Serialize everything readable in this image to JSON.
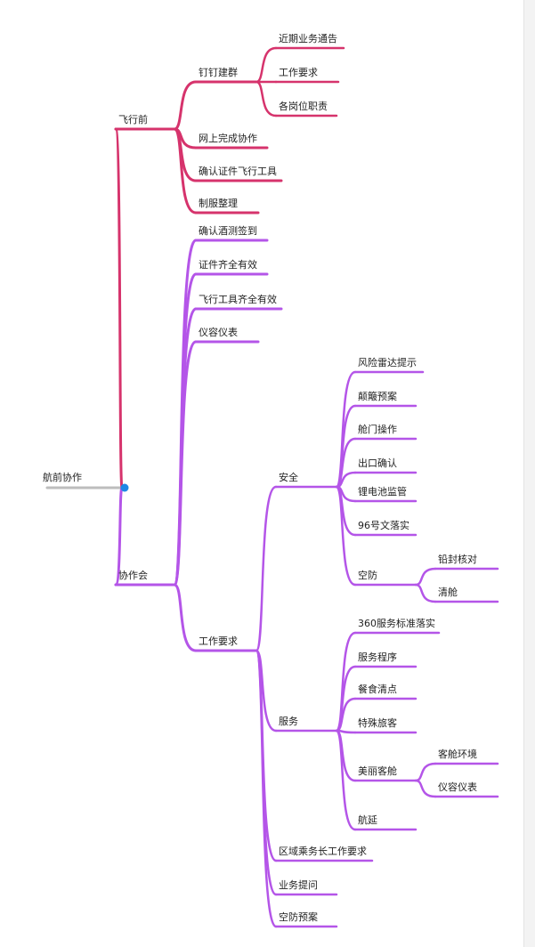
{
  "colors": {
    "root_line": "#bdbdbd",
    "node_dot": "#1e88e5",
    "branch_pink": "#d6336c",
    "branch_purple": "#b455e8",
    "text": "#222222"
  },
  "root": {
    "label": "航前协作"
  },
  "branches": [
    {
      "label": "飞行前",
      "color": "pink",
      "children": [
        {
          "label": "钉钉建群",
          "children": [
            {
              "label": "近期业务通告"
            },
            {
              "label": "工作要求"
            },
            {
              "label": "各岗位职责"
            }
          ]
        },
        {
          "label": "网上完成协作"
        },
        {
          "label": "确认证件飞行工具"
        },
        {
          "label": "制服整理"
        }
      ]
    },
    {
      "label": "协作会",
      "color": "purple",
      "children": [
        {
          "label": "确认酒测签到"
        },
        {
          "label": "证件齐全有效"
        },
        {
          "label": "飞行工具齐全有效"
        },
        {
          "label": "仪容仪表"
        },
        {
          "label": "工作要求",
          "children": [
            {
              "label": "安全",
              "children": [
                {
                  "label": "风险雷达提示"
                },
                {
                  "label": "颠簸预案"
                },
                {
                  "label": "舱门操作"
                },
                {
                  "label": "出口确认"
                },
                {
                  "label": "锂电池监管"
                },
                {
                  "label": "96号文落实"
                },
                {
                  "label": "空防",
                  "children": [
                    {
                      "label": "铅封核对"
                    },
                    {
                      "label": "清舱"
                    }
                  ]
                }
              ]
            },
            {
              "label": "服务",
              "children": [
                {
                  "label": "360服务标准落实"
                },
                {
                  "label": "服务程序"
                },
                {
                  "label": "餐食清点"
                },
                {
                  "label": "特殊旅客"
                },
                {
                  "label": "美丽客舱",
                  "children": [
                    {
                      "label": "客舱环境"
                    },
                    {
                      "label": "仪容仪表"
                    }
                  ]
                },
                {
                  "label": "航延"
                }
              ]
            },
            {
              "label": "区域乘务长工作要求"
            },
            {
              "label": "业务提问"
            },
            {
              "label": "空防预案"
            }
          ]
        }
      ]
    }
  ]
}
